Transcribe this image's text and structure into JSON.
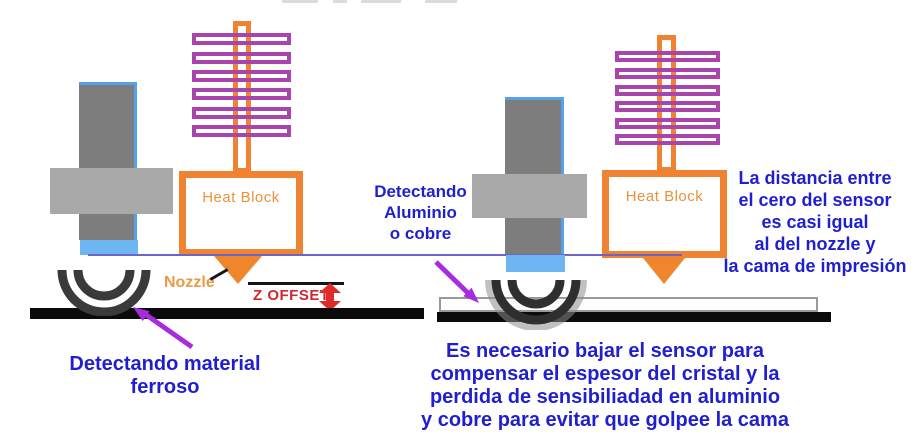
{
  "colors": {
    "orange": "#ef8332",
    "heat_block_text": "#e8923c",
    "fin_magenta": "#a844ac",
    "sensor_gray": "#7d7d7d",
    "bracket_gray": "#a9a9a9",
    "tip_blue": "#6db6f2",
    "edge_blue": "#55a2ec",
    "caption_blue": "#1f1fd0",
    "arrow_purple": "#a92be0",
    "offset_red": "#d8262b",
    "bed_black": "#0b0b0b",
    "reference_line": "#6a66c8",
    "arc_gray": "#3a3a3a"
  },
  "left_diagram": {
    "heat_block_label": "Heat Block",
    "nozzle_label": "Nozzle",
    "z_offset_label": "Z OFFSET",
    "caption": [
      "Detectando material",
      "ferroso"
    ]
  },
  "center": {
    "caption": [
      "Detectando",
      "Aluminio",
      "o cobre"
    ]
  },
  "right_diagram": {
    "heat_block_label": "Heat Block",
    "side_note": [
      "La distancia entre",
      "el cero del sensor",
      "es casi igual",
      "al del nozzle y",
      "la cama de impresión"
    ]
  },
  "bottom_note": [
    "Es necesario bajar el sensor para",
    "compensar el espesor del cristal y la",
    "perdida de sensibiliadad en aluminio",
    "y cobre para evitar que golpee la cama"
  ]
}
